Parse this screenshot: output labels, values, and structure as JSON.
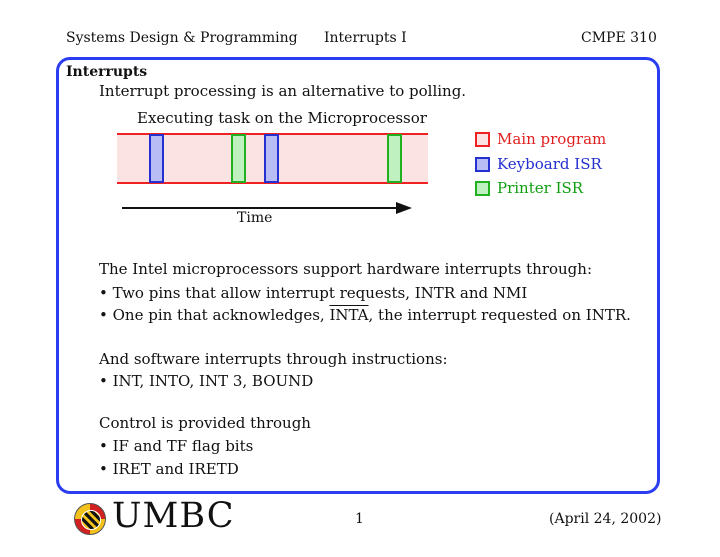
{
  "header": {
    "left": "Systems Design & Programming",
    "center": "Interrupts I",
    "right": "CMPE 310"
  },
  "slide": {
    "section_title": "Interrupts",
    "intro": "Interrupt processing is an alternative to polling.",
    "diagram": {
      "title": "Executing task on the Microprocessor",
      "time_label": "Time",
      "legend": {
        "main": "Main program",
        "keyboard": "Keyboard ISR",
        "printer": "Printer ISR"
      }
    },
    "hw_intro": "The Intel microprocessors support hardware interrupts through:",
    "hw_bullet1": "• Two pins that allow interrupt requests, INTR and NMI",
    "hw_bullet2_pre": "• One pin that acknowledges, ",
    "hw_bullet2_signal": "INTA",
    "hw_bullet2_post": ", the interrupt requested on INTR.",
    "sw_intro": "And software interrupts through instructions:",
    "sw_bullet1": "• INT, INTO, INT 3, BOUND",
    "ctrl_intro": "Control is provided through",
    "ctrl_bullet1": "• IF and TF flag bits",
    "ctrl_bullet2": "• IRET and IRETD"
  },
  "footer": {
    "brand": "UMBC",
    "page": "1",
    "date": "(April 24, 2002)"
  },
  "colors": {
    "frame": "#2b3df0",
    "main_program": "#e02020",
    "keyboard_isr": "#2430d0",
    "printer_isr": "#10a010"
  }
}
